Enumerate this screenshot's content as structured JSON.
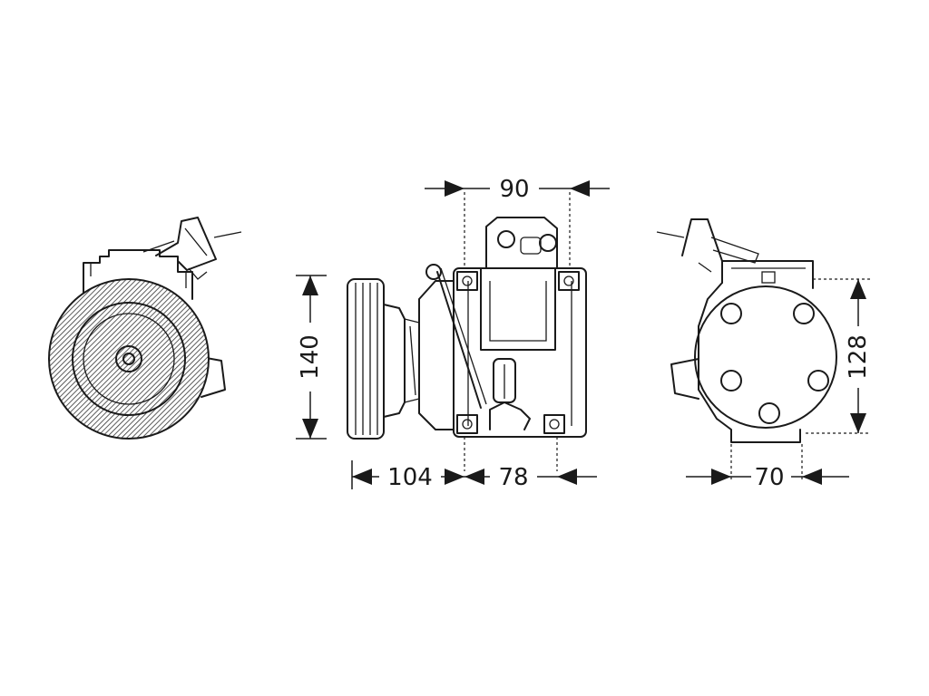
{
  "dimensions": {
    "front_width": "90",
    "front_height": "140",
    "pulley_length": "104",
    "body_length": "78",
    "rear_height": "128",
    "rear_width": "70"
  }
}
